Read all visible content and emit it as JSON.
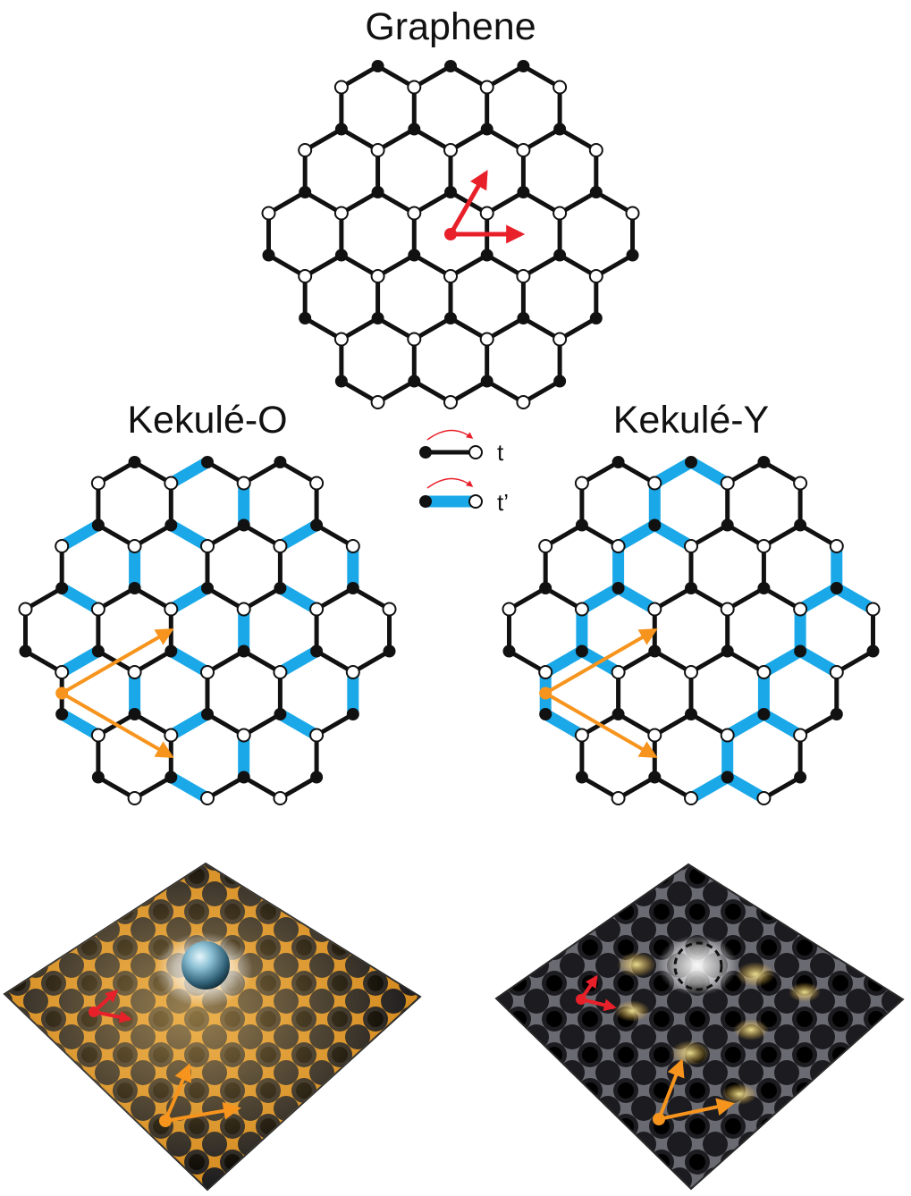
{
  "titles": {
    "graphene": "Graphene",
    "kekule_o": "Kekulé-O",
    "kekule_y": "Kekulé-Y"
  },
  "legend": {
    "t_label": "t",
    "t_prime_label": "t’"
  },
  "colors": {
    "bond": "#111111",
    "strong_bond": "#1aa8e8",
    "graphene_vectors": "#e8202a",
    "kekule_vectors": "#f7941d",
    "surface_bright": "#f5a623",
    "surface_dark": "#3d3d42",
    "adatom": "#7fb3c9"
  },
  "lattices": [
    {
      "id": "graphene",
      "pattern": "uniform",
      "vectors": "primitive",
      "vector_color": "red"
    },
    {
      "id": "kekule-o",
      "pattern": "kekule-o",
      "vectors": "supercell",
      "vector_color": "orange"
    },
    {
      "id": "kekule-y",
      "pattern": "kekule-y",
      "vectors": "supercell",
      "vector_color": "orange"
    }
  ],
  "surfaces": [
    {
      "id": "kekule-o-surface",
      "defect": "adatom-sphere",
      "vectors": [
        "red",
        "orange"
      ]
    },
    {
      "id": "kekule-y-surface",
      "defect": "vacancy-dashed-circle",
      "vectors": [
        "red",
        "orange"
      ]
    }
  ]
}
